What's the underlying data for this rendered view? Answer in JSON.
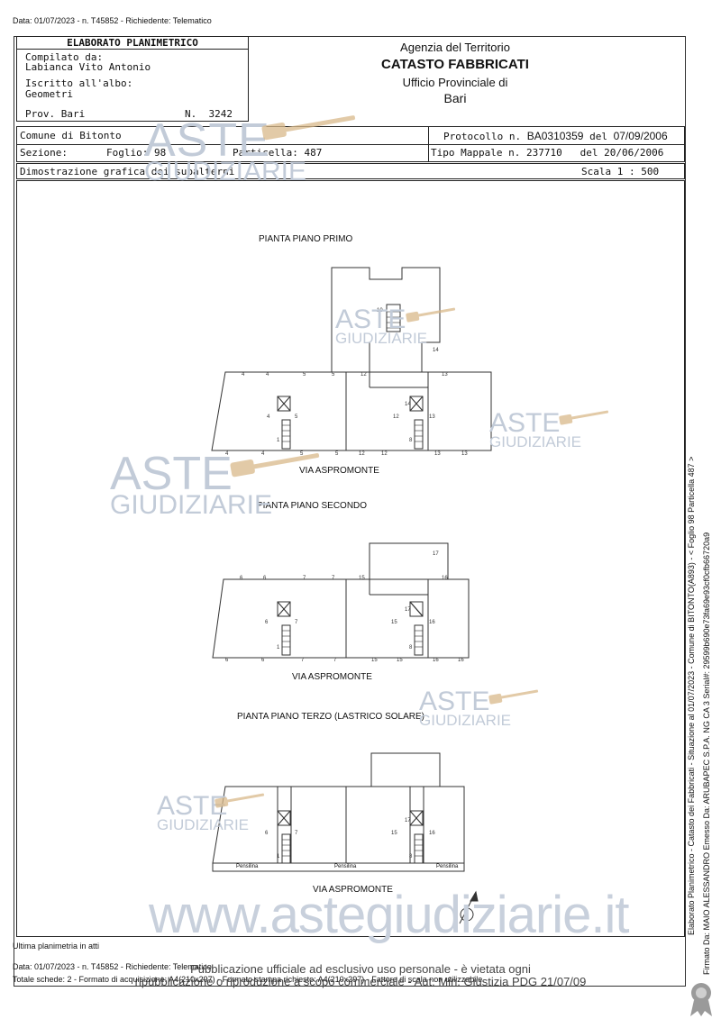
{
  "top_header": "Data: 01/07/2023 - n. T45852 - Richiedente: Telematico",
  "elaborato": {
    "title": "ELABORATO PLANIMETRICO",
    "compilato_label": "Compilato da:",
    "compilato_name": "Labianca Vito Antonio",
    "iscritto_label": "Iscritto all'albo:",
    "iscritto_value": "Geometri",
    "prov": "Prov. Bari",
    "n_label": "N.",
    "n_value": "3242"
  },
  "agency": {
    "line1": "Agenzia del Territorio",
    "line2": "CATASTO FABBRICATI",
    "line3": "Ufficio Provinciale di",
    "line4": "Bari"
  },
  "info": {
    "comune": "Comune di Bitonto",
    "sezione_label": "Sezione:",
    "foglio_label": "Foglio:",
    "foglio": "98",
    "particella_label": "Particella:",
    "particella": "487",
    "protocollo_label": "Protocollo n.",
    "protocollo": "BA0310359",
    "del_label": "del",
    "protocollo_date": "07/09/2006",
    "tipo_label": "Tipo Mappale n.",
    "tipo": "237710",
    "tipo_date": "20/06/2006",
    "dimostrazione": "Dimostrazione grafica dei subalterni",
    "scala": "Scala 1 : 500"
  },
  "plans": {
    "primo_title": "PIANTA PIANO PRIMO",
    "secondo_title": "PIANTA PIANO SECONDO",
    "terzo_title": "PIANTA PIANO TERZO (LASTRICO SOLARE)",
    "street": "VIA ASPROMONTE",
    "pensilina": "Pensilina",
    "primo_labels": [
      "4",
      "4",
      "5",
      "5",
      "12",
      "13",
      "4",
      "5",
      "12",
      "13",
      "14",
      "14",
      "1",
      "8",
      "10",
      "4",
      "4",
      "5",
      "5",
      "12",
      "12",
      "13",
      "13"
    ],
    "secondo_labels": [
      "6",
      "6",
      "7",
      "7",
      "15",
      "16",
      "17",
      "6",
      "7",
      "15",
      "16",
      "17",
      "1",
      "8",
      "6",
      "6",
      "7",
      "7",
      "15",
      "15",
      "16",
      "16"
    ],
    "terzo_labels": [
      "6",
      "7",
      "15",
      "16",
      "17",
      "1",
      "8"
    ]
  },
  "watermarks": {
    "aste": "ASTE",
    "giudiziarie": "GIUDIZIARIE",
    "site": "www.astegiudiziarie.it"
  },
  "footer": {
    "ultima": "Ultima planimetria in atti",
    "line1": "Data: 01/07/2023 - n. T45852 - Richiedente: Telematico",
    "line2": "Totale schede: 2 - Formato di acquisizione: A4(210x297) - Formato stampa richiesto: A4(210x297) - Fattore di scala non utilizzabile",
    "notice1": "Pubblicazione ufficiale ad esclusivo uso personale - è vietata ogni",
    "notice2": "ripubblicazione o riproduzione a scopo commerciale - Aut. Min. Giustizia PDG 21/07/09"
  },
  "side": {
    "line1": "Elaborato Planimetrico - Catasto dei Fabbricati - Situazione al 01/07/2023 - Comune di BITONTO(A893) - < Foglio 98 Particella 487 >",
    "line2": "Firmato Da: MAIO ALESSANDRO Emesso Da: ARUBAPEC S.P.A. NG CA 3 Serial#: 29599b690e73fa69e93cf0cfb66720a9"
  },
  "colors": {
    "watermark": "#c2cbd8",
    "gavel": "#d9b98a",
    "line": "#222222"
  }
}
